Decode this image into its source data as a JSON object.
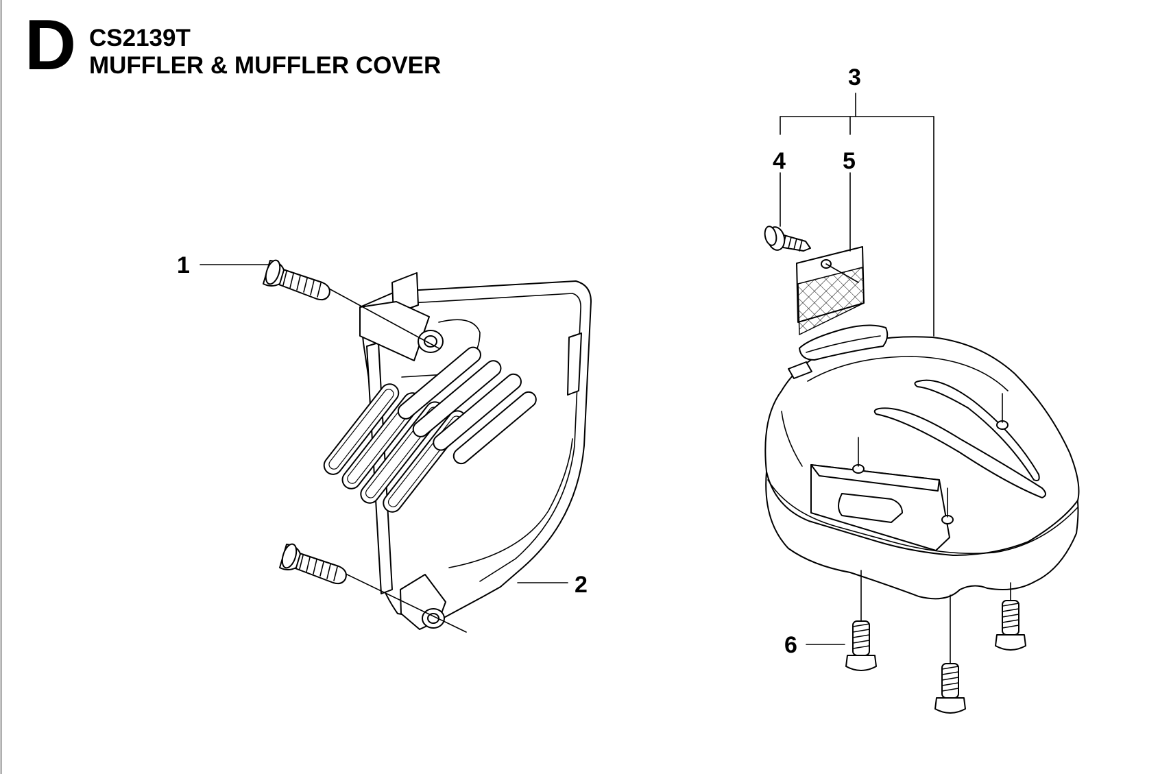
{
  "header": {
    "section_letter": "D",
    "model": "CS2139T",
    "title": "MUFFLER & MUFFLER COVER"
  },
  "callouts": {
    "c1": "1",
    "c2": "2",
    "c3": "3",
    "c4": "4",
    "c5": "5",
    "c6": "6"
  },
  "colors": {
    "line": "#000000",
    "background": "#ffffff"
  }
}
